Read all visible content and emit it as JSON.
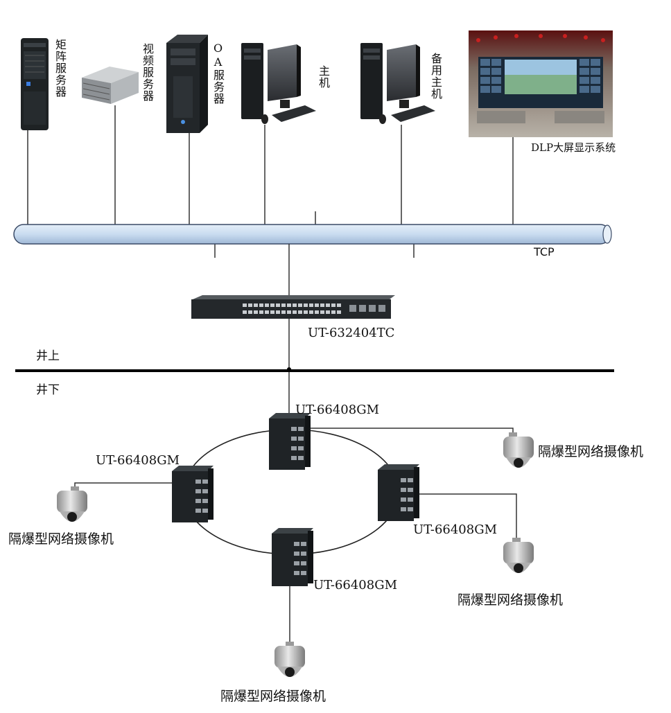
{
  "servers": {
    "matrix_server": "矩阵服务器",
    "video_server": "视频服务器",
    "oa_server": "OA服务器",
    "host": "主机",
    "backup_host": "备用主机"
  },
  "dlp_label": "DLP大屏显示系统",
  "bus_label": "TCP",
  "core_switch_label": "UT-632404TC",
  "above_ground_label": "井上",
  "underground_label": "井下",
  "ring_switches": {
    "top": "UT-66408GM",
    "left": "UT-66408GM",
    "right": "UT-66408GM",
    "bottom": "UT-66408GM"
  },
  "cameras": {
    "top_right": "隔爆型网络摄像机",
    "left": "隔爆型网络摄像机",
    "right": "隔爆型网络摄像机",
    "bottom": "隔爆型网络摄像机"
  },
  "colors": {
    "bus_fill": "#c9dcf0",
    "bus_stroke": "#3a4a66",
    "device_dark": "#1e2224",
    "line": "#333333",
    "divider": "#000000"
  }
}
